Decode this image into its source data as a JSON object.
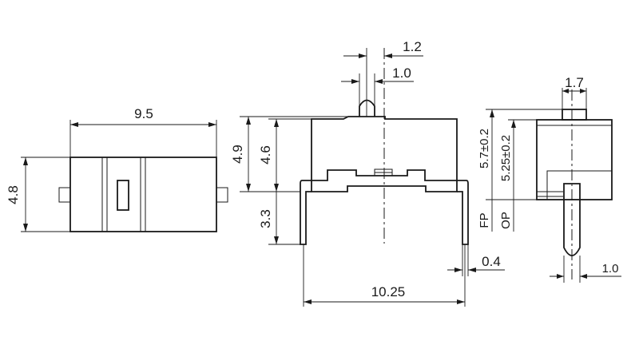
{
  "views": {
    "top": {
      "width_label": "9.5",
      "height_label": "4.8"
    },
    "front": {
      "actuator_width_label": "1.2",
      "actuator_inner_label": "1.0",
      "overall_height_label": "4.9",
      "body_height_label": "4.6",
      "lead_length_label": "3.3",
      "lead_thickness_label": "0.4",
      "lead_pitch_label": "10.25"
    },
    "side": {
      "width_label": "1.7",
      "fp_label": "5.7±0.2",
      "op_label": "5.25±0.2",
      "fp_tag": "FP",
      "op_tag": "OP",
      "pin_label": "1.0"
    }
  },
  "colors": {
    "line": "#1a1a1a",
    "background": "#ffffff"
  }
}
